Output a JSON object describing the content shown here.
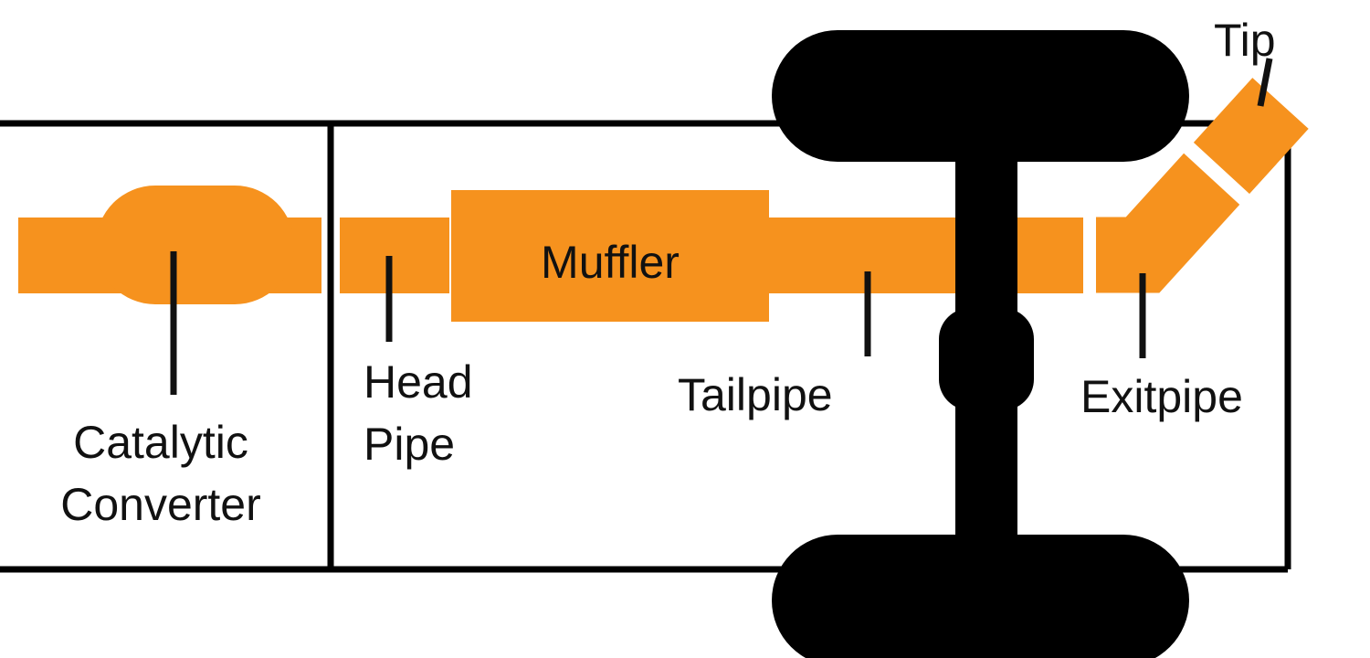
{
  "diagram": {
    "labels": {
      "catalytic_converter": {
        "line1": "Catalytic",
        "line2": "Converter"
      },
      "head_pipe": {
        "line1": "Head",
        "line2": "Pipe"
      },
      "muffler": "Muffler",
      "tailpipe": "Tailpipe",
      "exitpipe": "Exitpipe",
      "tip": "Tip"
    },
    "colors": {
      "pipe": "#F6921E",
      "chassis": "#000000",
      "background": "#FFFFFF",
      "label_text": "#111111"
    }
  }
}
